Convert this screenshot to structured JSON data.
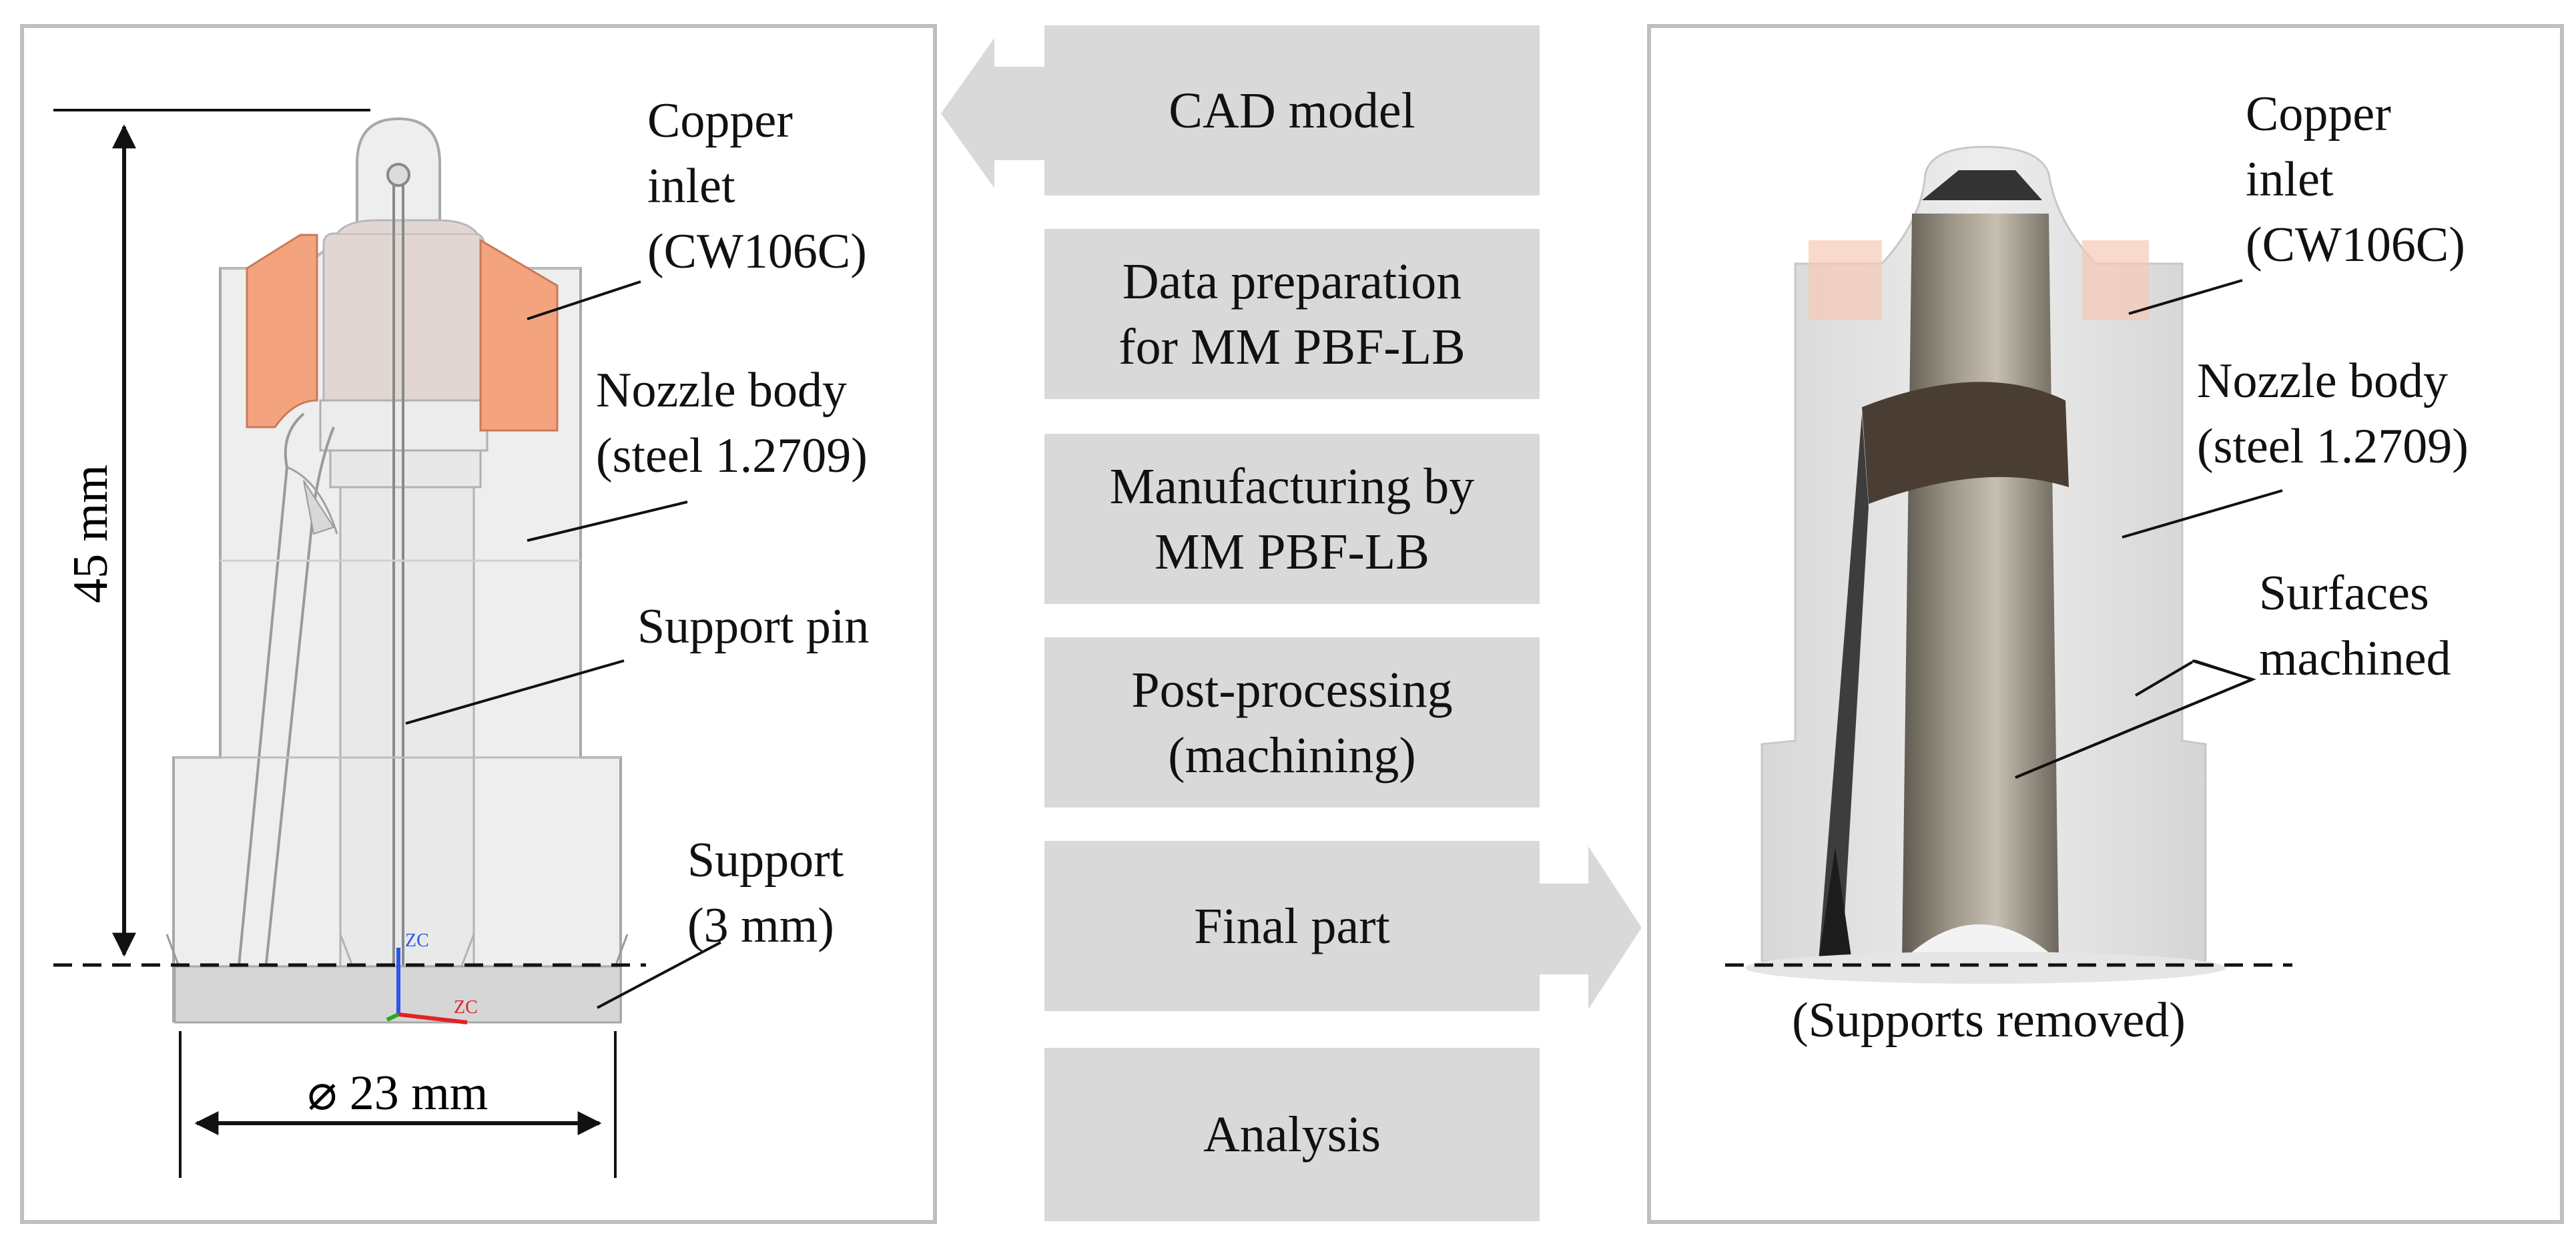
{
  "process_steps": [
    {
      "id": "cad",
      "lines": [
        "CAD model"
      ]
    },
    {
      "id": "data-prep",
      "lines": [
        "Data preparation",
        "for MM PBF-LB"
      ]
    },
    {
      "id": "manufacturing",
      "lines": [
        "Manufacturing by",
        "MM PBF-LB"
      ]
    },
    {
      "id": "post-processing",
      "lines": [
        "Post-processing",
        "(machining)"
      ]
    },
    {
      "id": "final-part",
      "lines": [
        "Final part"
      ]
    },
    {
      "id": "analysis",
      "lines": [
        "Analysis"
      ]
    }
  ],
  "cad_panel": {
    "copper_inlet": [
      "Copper",
      "inlet",
      "(CW106C)"
    ],
    "nozzle_body": [
      "Nozzle body",
      "(steel 1.2709)"
    ],
    "support_pin": "Support pin",
    "support": [
      "Support",
      "(3 mm)"
    ],
    "height_dim": "45 mm",
    "diameter_dim": "⌀ 23 mm",
    "axis_label": "ZC",
    "axis_label_x": "ZC"
  },
  "photo_panel": {
    "copper_inlet": [
      "Copper",
      "inlet",
      "(CW106C)"
    ],
    "nozzle_body": [
      "Nozzle body",
      "(steel 1.2709)"
    ],
    "surfaces": [
      "Surfaces",
      "machined"
    ],
    "supports_removed": "(Supports removed)"
  },
  "colors": {
    "step_fill": "#d9d9d9",
    "panel_border": "#bfbfbf",
    "copper": "#f4a37f",
    "steel_gray": "#e6e6e6",
    "text": "#111111"
  }
}
